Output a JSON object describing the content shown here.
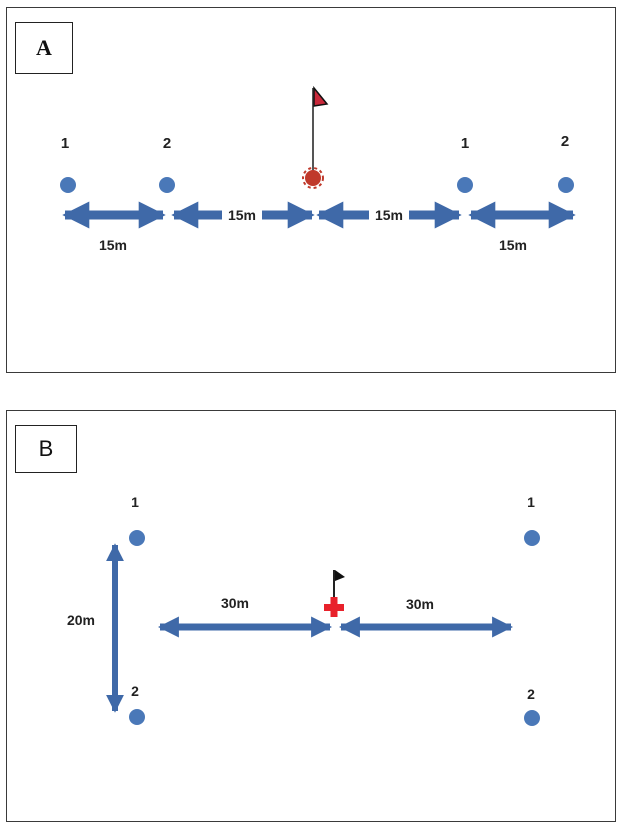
{
  "panels": [
    {
      "id": "A",
      "label": "A",
      "markers": [
        {
          "number": "1"
        },
        {
          "number": "2"
        },
        {
          "number": "1"
        },
        {
          "number": "2"
        }
      ],
      "distances": [
        "15m",
        "15m",
        "15m",
        "15m"
      ]
    },
    {
      "id": "B",
      "label": "B",
      "markers": [
        {
          "number": "1"
        },
        {
          "number": "2"
        },
        {
          "number": "1"
        },
        {
          "number": "2"
        }
      ],
      "distances": {
        "vertical": "20m",
        "left": "30m",
        "right": "30m"
      }
    }
  ],
  "colors": {
    "marker": "#4a78b8",
    "arrow": "#3f69a8",
    "flag": "#c8283a",
    "center_a": "#c0392b",
    "center_b": "#e8212b"
  }
}
